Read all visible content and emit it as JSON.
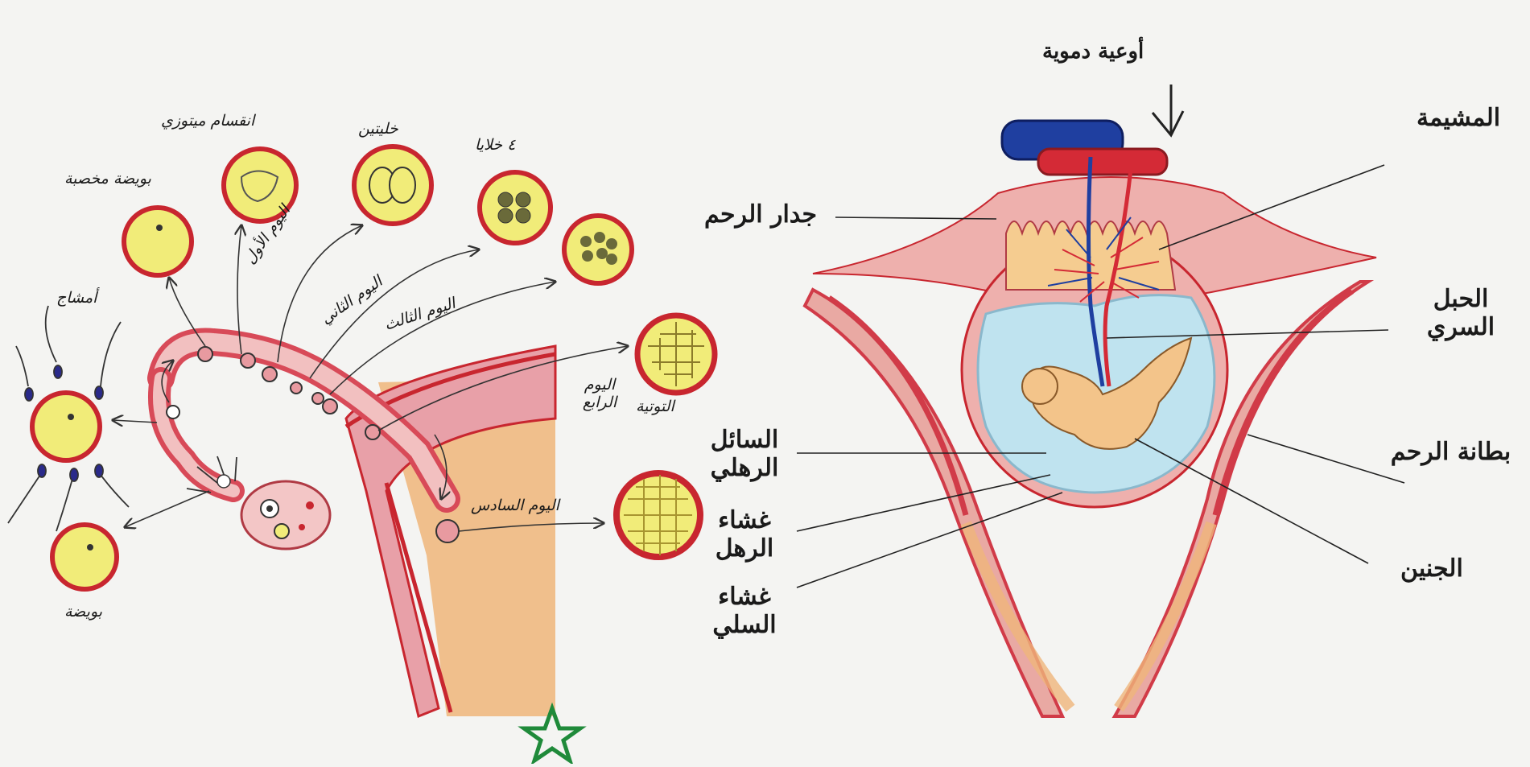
{
  "left_panel": {
    "labels": {
      "sperm": "أمشاج",
      "fertilized_egg": "بويضة مخصبة",
      "mitosis": "انقسام ميتوزي",
      "two_cells": "خليتين",
      "four_cells": "٤ خلايا",
      "day_one": "اليوم الأول",
      "day_two": "اليوم الثاني",
      "day_three": "اليوم الثالث",
      "day_four": "اليوم الرابع",
      "morula": "التوتية",
      "day_six": "اليوم السادس",
      "ovum": "بويضة"
    }
  },
  "right_panel": {
    "labels": {
      "blood_vessels": "أوعية دموية",
      "placenta": "المشيمة",
      "uterine_wall": "جدار الرحم",
      "umbilical_cord": "الحبل السري",
      "amniotic_fluid": "السائل الرهلي",
      "endometrium": "بطانة الرحم",
      "amnion": "غشاء الرهل",
      "fetus": "الجنين",
      "chorion": "غشاء السلي"
    }
  },
  "colors": {
    "cell_rim": "#c8262f",
    "yolk": "#f1ec79",
    "wall_red": "#d13b48",
    "wall_pink": "#e9a9a3",
    "cervix_orange": "#efb57a",
    "amniotic_blue": "#bfe3ef",
    "fetus": "#f3c48a",
    "vessel_blue": "#1f3fa0",
    "vessel_red": "#d42a36",
    "signature_star": "#1f8a3a"
  }
}
